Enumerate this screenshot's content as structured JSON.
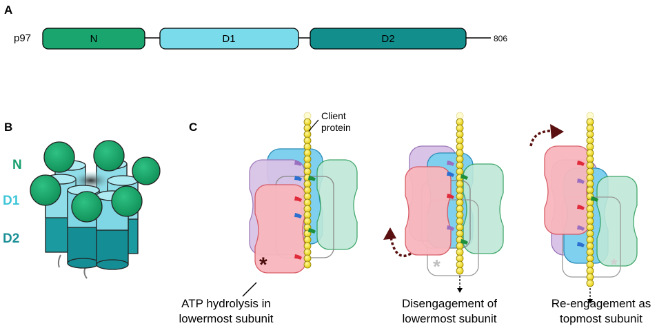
{
  "panels": {
    "a": "A",
    "b": "B",
    "c": "C"
  },
  "panel_a": {
    "protein": "p97",
    "end_residue": "806",
    "domains": [
      {
        "label": "N",
        "color": "#1aa46e"
      },
      {
        "label": "D1",
        "color": "#7adcea"
      },
      {
        "label": "D2",
        "color": "#128e8c"
      }
    ]
  },
  "panel_b": {
    "levels": [
      {
        "label": "N",
        "color": "#18a06e"
      },
      {
        "label": "D1",
        "color": "#3fc6d8"
      },
      {
        "label": "D2",
        "color": "#1a8f96"
      }
    ]
  },
  "panel_c": {
    "client_label_line1": "Client",
    "client_label_line2": "protein",
    "star": "*",
    "captions": [
      {
        "line1": "ATP hydrolysis in",
        "line2": "lowermost subunit"
      },
      {
        "line1": "Disengagement of",
        "line2": "lowermost subunit"
      },
      {
        "line1": "Re-engagement as",
        "line2": "topmost subunit"
      }
    ],
    "colors": {
      "purple": "#d9c3e6",
      "blue": "#7fd0ee",
      "pink": "#f8b7bd",
      "green": "#bfe8d8",
      "chain": "#f3e31a",
      "arrow": "#5a1010"
    }
  }
}
